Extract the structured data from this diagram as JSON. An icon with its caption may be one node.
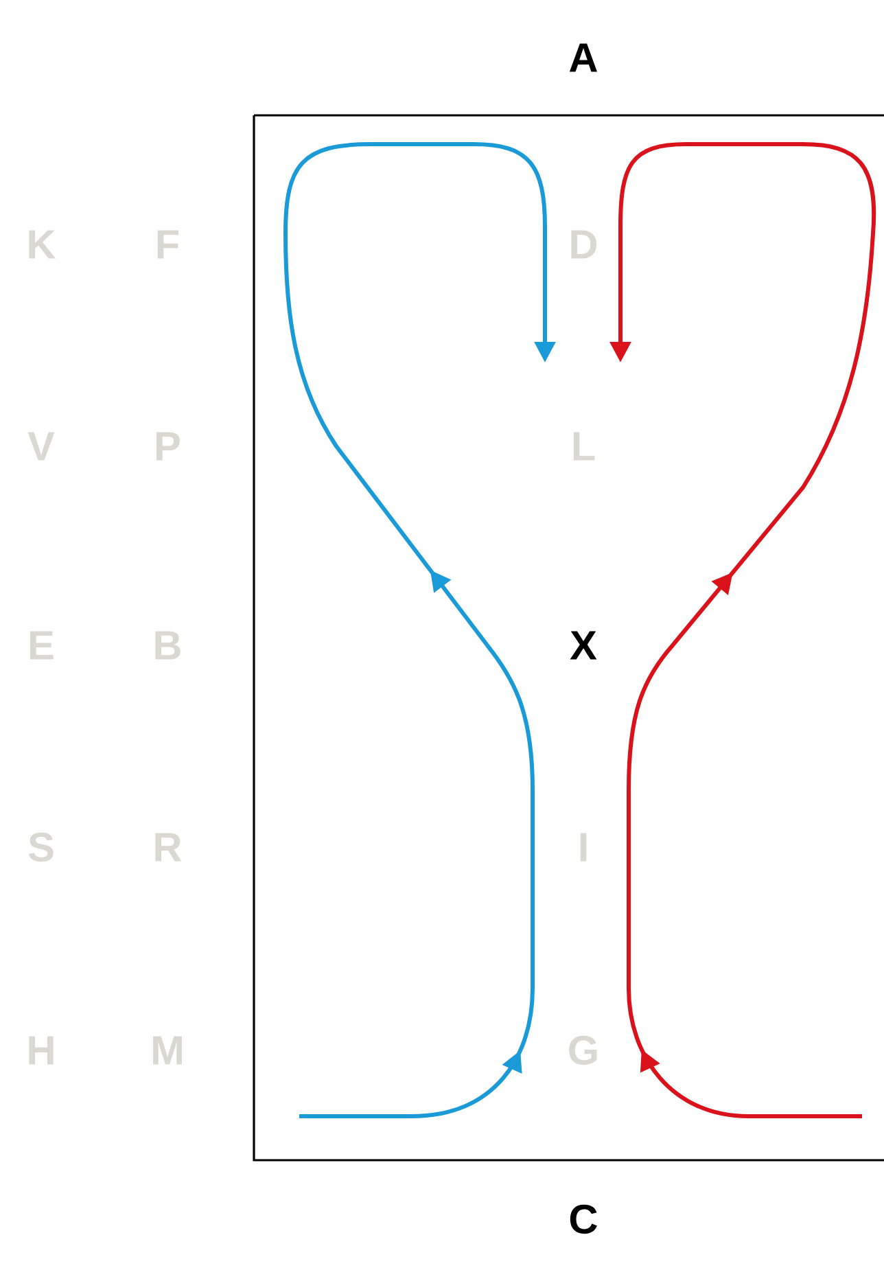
{
  "diagram": {
    "labels": [
      "A",
      "K",
      "F",
      "D",
      "V",
      "P",
      "L",
      "E",
      "B",
      "X",
      "S",
      "R",
      "I",
      "H",
      "M",
      "G",
      "C"
    ]
  }
}
